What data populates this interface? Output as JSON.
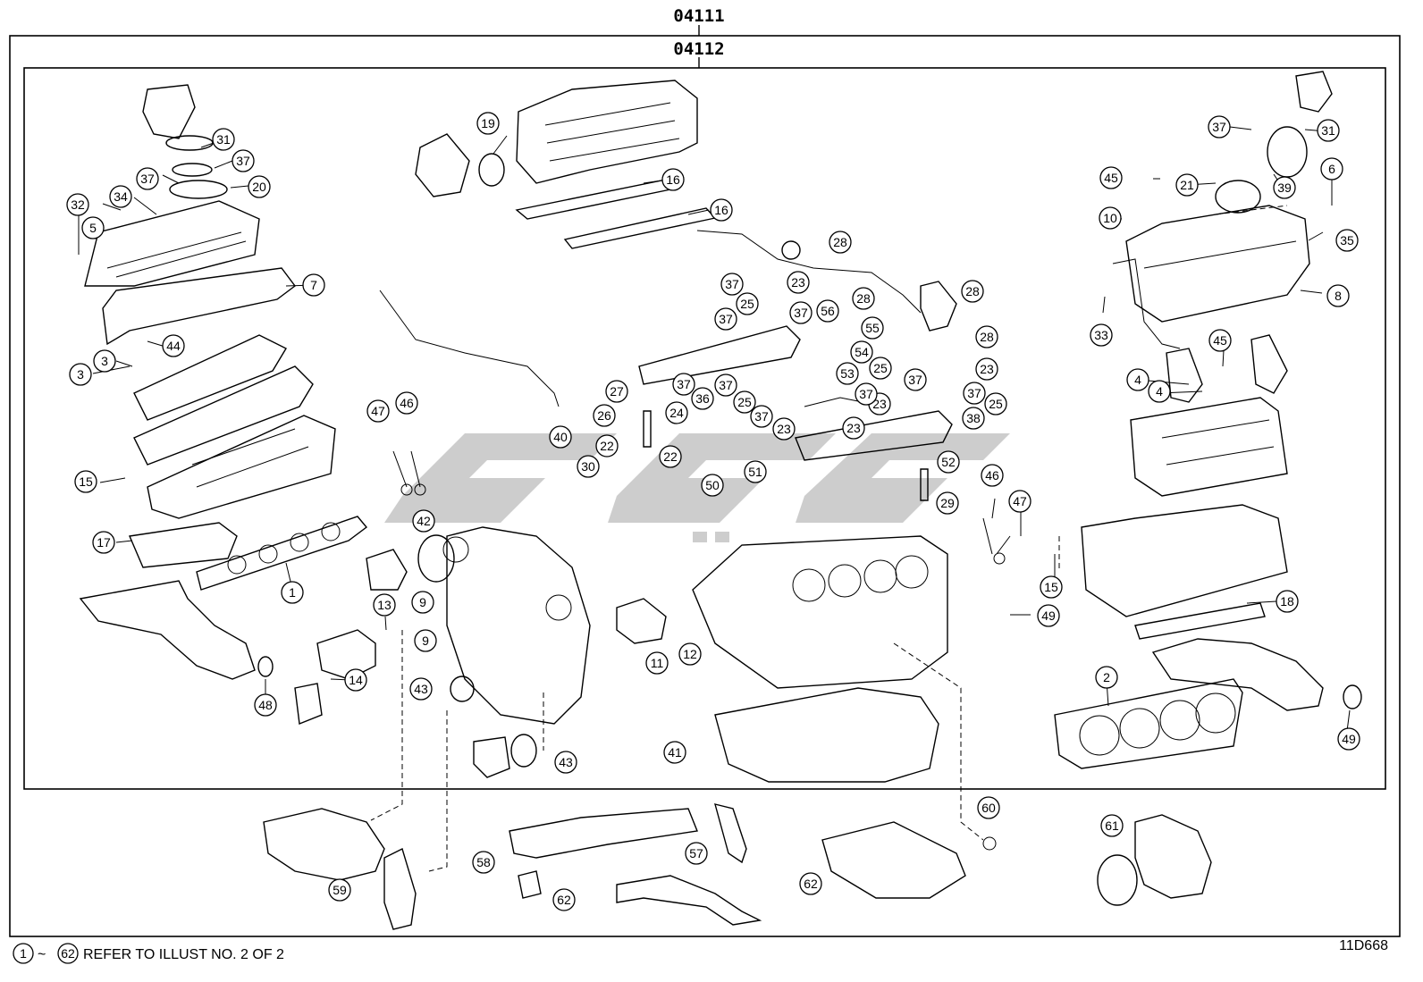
{
  "header": {
    "outer_code": "04111",
    "inner_code": "04112"
  },
  "footer": {
    "note_start": "1",
    "note_tilde": "~",
    "note_end": "62",
    "note_text": "REFER TO ILLUST NO. 2 OF 2",
    "illustration_id": "11D668"
  },
  "watermark": {
    "color": "#c8c8c8"
  },
  "callouts": [
    "1",
    "2",
    "3",
    "3",
    "4",
    "4",
    "5",
    "6",
    "7",
    "8",
    "9",
    "9",
    "10",
    "11",
    "12",
    "13",
    "14",
    "15",
    "15",
    "16",
    "16",
    "17",
    "18",
    "19",
    "20",
    "21",
    "22",
    "22",
    "23",
    "23",
    "23",
    "23",
    "23",
    "24",
    "25",
    "25",
    "25",
    "25",
    "26",
    "27",
    "28",
    "28",
    "28",
    "28",
    "29",
    "30",
    "31",
    "31",
    "32",
    "33",
    "34",
    "35",
    "36",
    "37",
    "37",
    "37",
    "37",
    "37",
    "37",
    "37",
    "37",
    "37",
    "37",
    "37",
    "37",
    "38",
    "39",
    "40",
    "41",
    "42",
    "43",
    "43",
    "44",
    "45",
    "45",
    "46",
    "46",
    "47",
    "47",
    "48",
    "49",
    "49",
    "50",
    "51",
    "52",
    "53",
    "54",
    "55",
    "56",
    "57",
    "58",
    "59",
    "60",
    "61",
    "62",
    "62"
  ]
}
